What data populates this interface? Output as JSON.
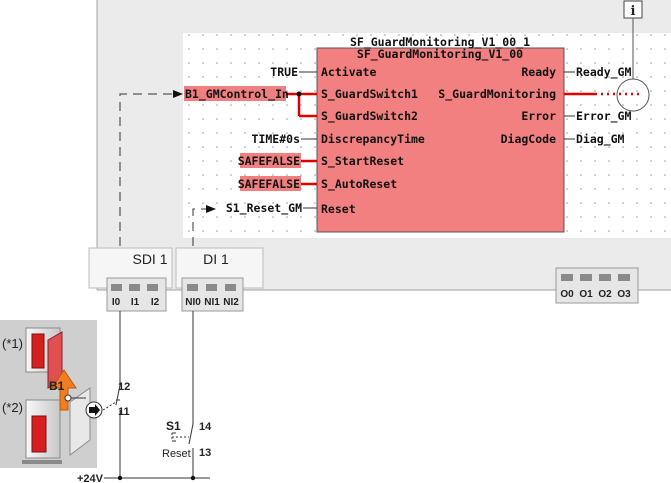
{
  "info_button": "i",
  "block": {
    "instance": "SF_GuardMonitoring_V1_00_1",
    "type": "SF_GuardMonitoring_V1_00",
    "inputs": [
      "Activate",
      "S_GuardSwitch1",
      "S_GuardSwitch2",
      "DiscrepancyTime",
      "S_StartReset",
      "S_AutoReset",
      "Reset"
    ],
    "outputs": [
      "Ready",
      "S_GuardMonitoring",
      "Error",
      "DiagCode"
    ]
  },
  "input_values": {
    "activate": "TRUE",
    "guard": "B1_GMControl_In",
    "discrepancy": "TIME#0s",
    "start_reset": "SAFEFALSE",
    "auto_reset": "SAFEFALSE",
    "reset": "S1_Reset_GM"
  },
  "output_values": {
    "ready": "Ready_GM",
    "error": "Error_GM",
    "diag": "Diag_GM"
  },
  "modules": {
    "sdi": {
      "label": "SDI 1",
      "terminals": [
        "I0",
        "I1",
        "I2"
      ]
    },
    "di": {
      "label": "DI 1",
      "terminals": [
        "NI0",
        "NI1",
        "NI2"
      ]
    },
    "do": {
      "terminals": [
        "O0",
        "O1",
        "O2",
        "O3"
      ]
    }
  },
  "field": {
    "note1": "(*1)",
    "note2": "(*2)",
    "b1": "B1",
    "b1_contact_top": "12",
    "b1_contact_bottom": "11",
    "s1": "S1",
    "s1_contact_top": "14",
    "s1_contact_bottom": "13",
    "s1_label": "Reset",
    "supply": "+24V"
  },
  "colors": {
    "block_fill": "#f28080",
    "highlight": "#f08080",
    "signal_red": "#e00000",
    "orange": "#ef7d22"
  }
}
